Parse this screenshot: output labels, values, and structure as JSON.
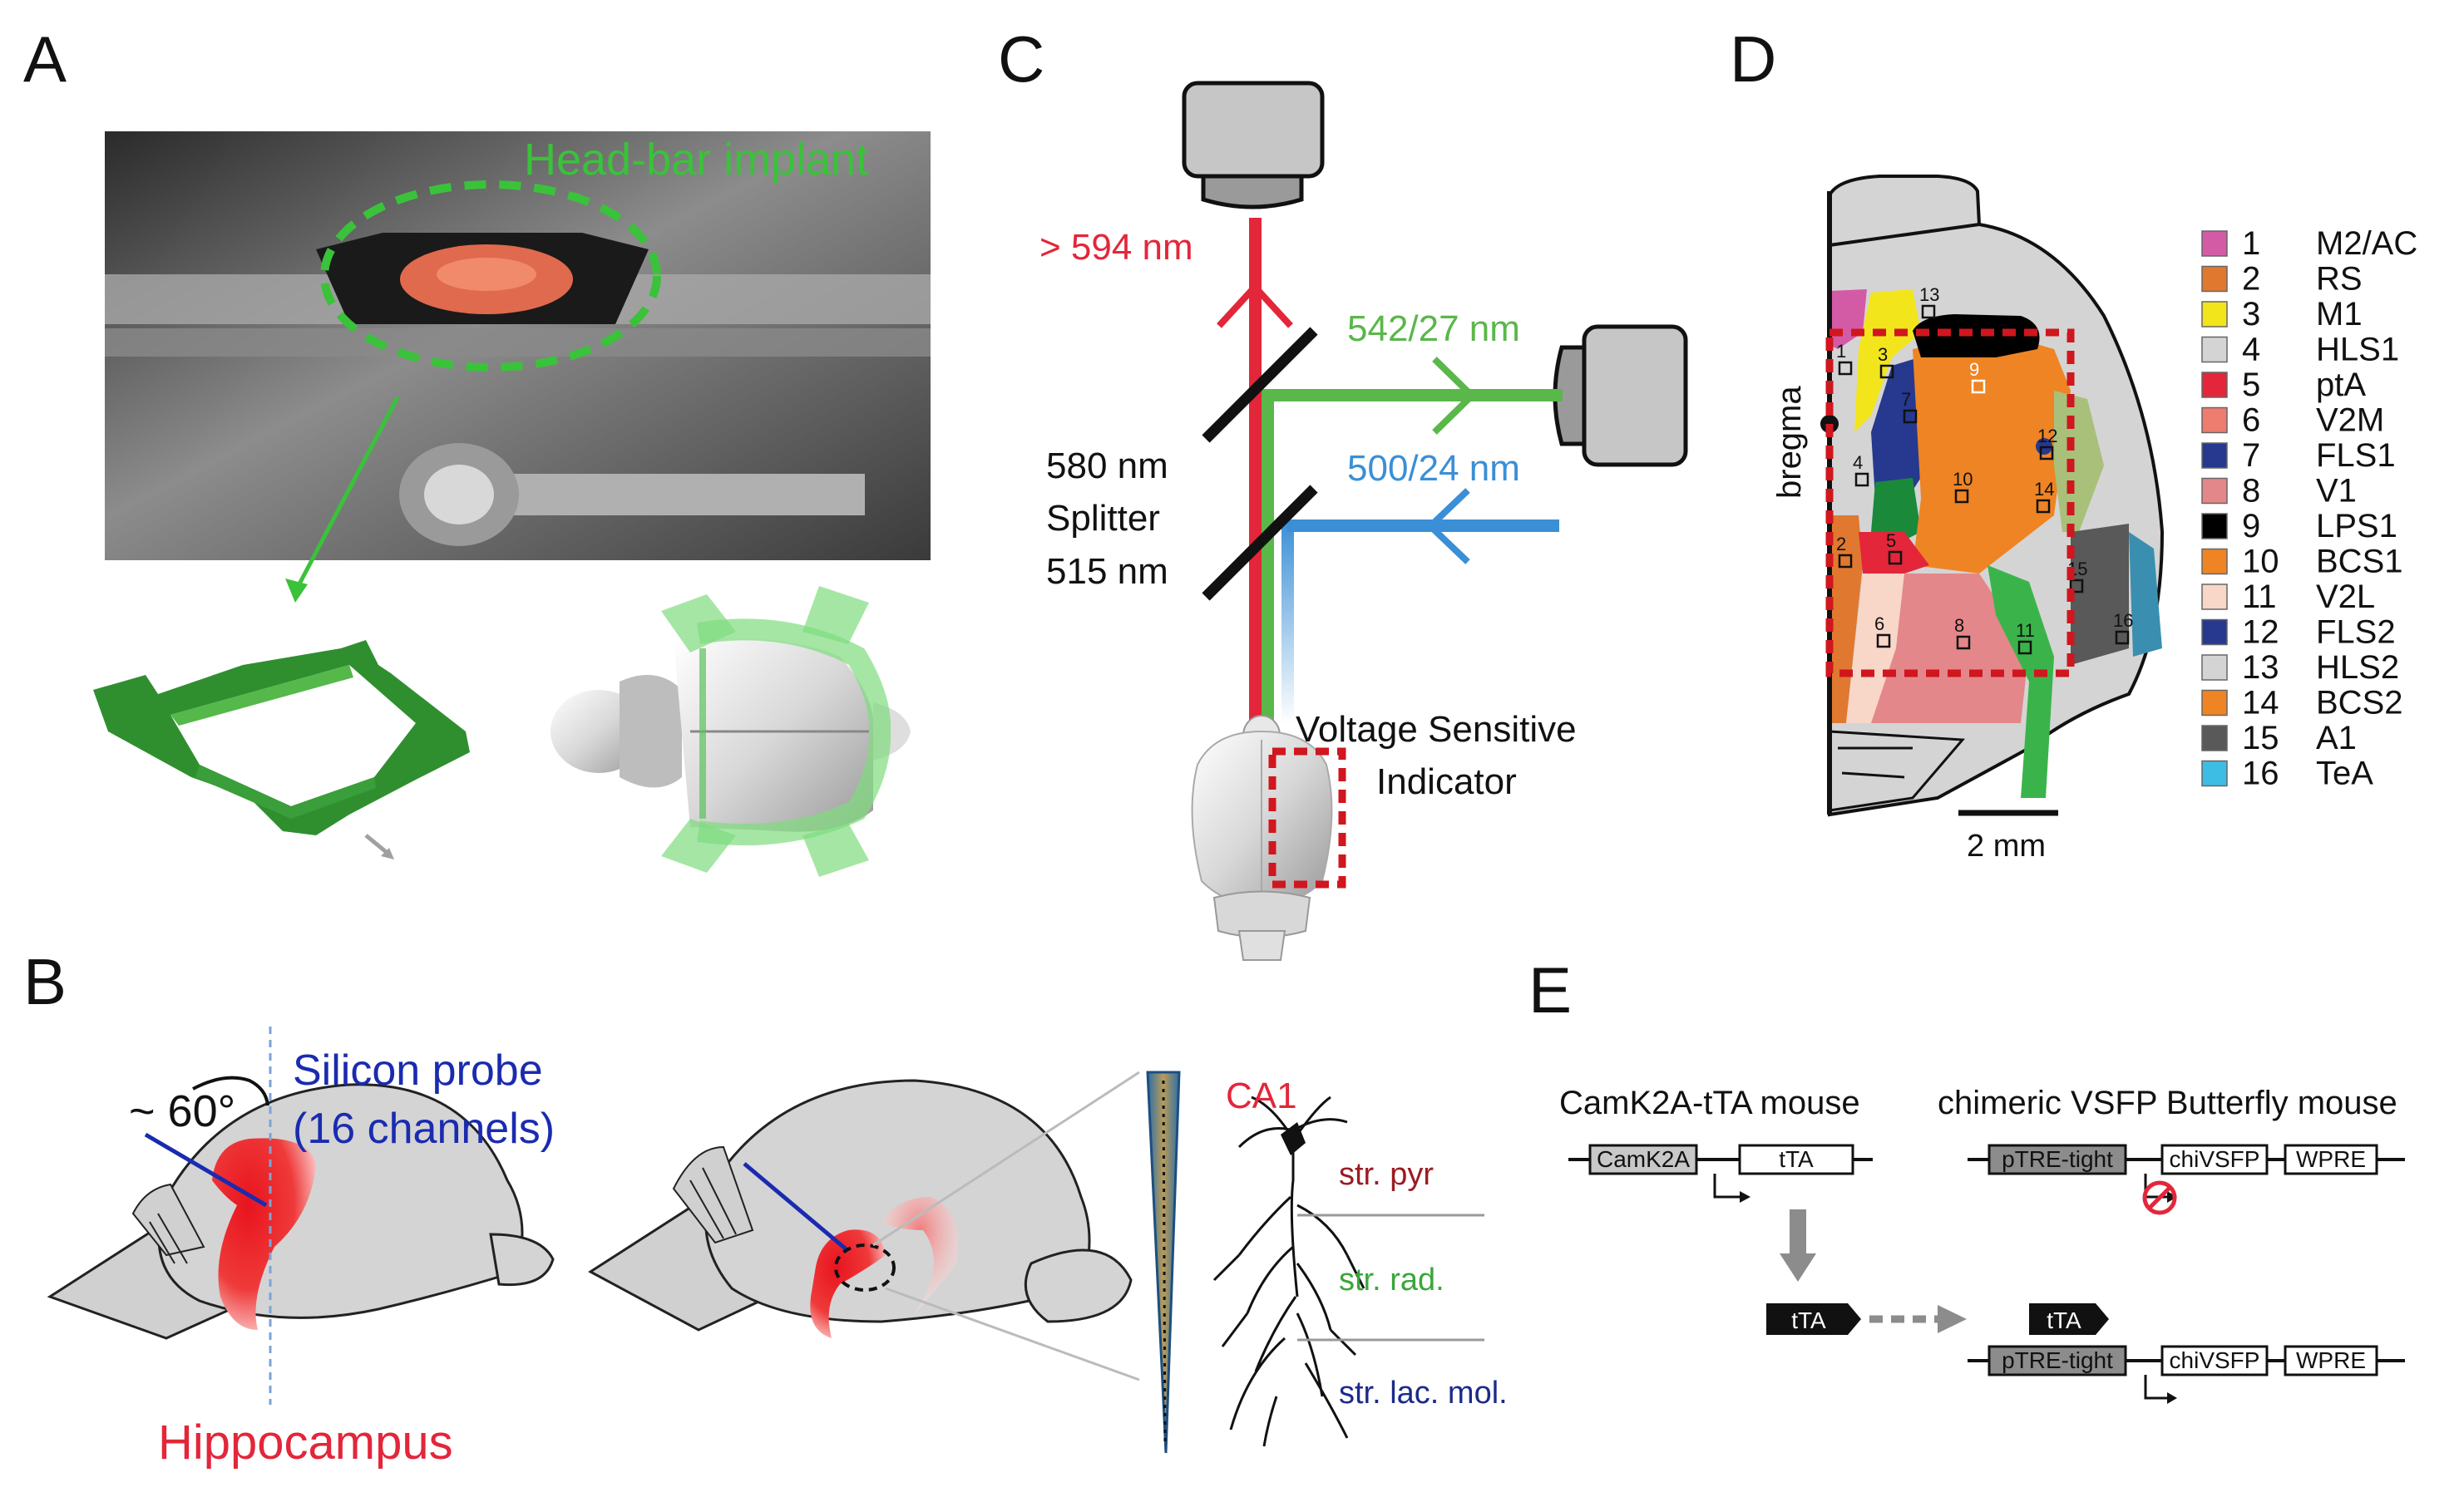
{
  "panels": {
    "a": "A",
    "b": "B",
    "c": "C",
    "d": "D",
    "e": "E"
  },
  "panel_a": {
    "implant_label": "Head-bar implant"
  },
  "panel_b": {
    "angle": "~ 60°",
    "probe_line1": "Silicon probe",
    "probe_line2": "(16 channels)",
    "hippocampus": "Hippocampus",
    "ca1": "CA1",
    "layers": [
      "str. pyr",
      "str. rad.",
      "str. lac. mol."
    ]
  },
  "panel_c": {
    "red_filter": "> 594 nm",
    "green_filter": "542/27 nm",
    "blue_filter": "500/24 nm",
    "splitter_top": "580 nm",
    "splitter_word": "Splitter",
    "splitter_bottom": "515 nm",
    "indicator_line1": "Voltage Sensitive",
    "indicator_line2": "Indicator"
  },
  "panel_d": {
    "bregma": "bregma",
    "scale": "2 mm",
    "regions": [
      {
        "num": "1",
        "name": "M2/AC",
        "color": "#d35ba6"
      },
      {
        "num": "2",
        "name": "RS",
        "color": "#e0792f"
      },
      {
        "num": "3",
        "name": "M1",
        "color": "#f3e51c"
      },
      {
        "num": "4",
        "name": "HLS1",
        "color": "#d4d4d4"
      },
      {
        "num": "5",
        "name": "ptA",
        "color": "#e3263a"
      },
      {
        "num": "6",
        "name": "V2M",
        "color": "#ee7c6f"
      },
      {
        "num": "7",
        "name": "FLS1",
        "color": "#26398f"
      },
      {
        "num": "8",
        "name": "V1",
        "color": "#e4878a"
      },
      {
        "num": "9",
        "name": "LPS1",
        "color": "#000000"
      },
      {
        "num": "10",
        "name": "BCS1",
        "color": "#ef8424"
      },
      {
        "num": "11",
        "name": "V2L",
        "color": "#f8d6c8"
      },
      {
        "num": "12",
        "name": "FLS2",
        "color": "#26398f"
      },
      {
        "num": "13",
        "name": "HLS2",
        "color": "#d4d4d4"
      },
      {
        "num": "14",
        "name": "BCS2",
        "color": "#ef8424"
      },
      {
        "num": "15",
        "name": "A1",
        "color": "#595959"
      },
      {
        "num": "16",
        "name": "TeA",
        "color": "#3dbde3"
      }
    ]
  },
  "panel_e": {
    "mouse1": "CamK2A-tTA mouse",
    "mouse2": "chimeric VSFP Butterfly mouse",
    "camk2a": "CamK2A",
    "tta": "tTA",
    "ptre": "pTRE-tight",
    "chivsfp": "chiVSFP",
    "wpre": "WPRE"
  }
}
